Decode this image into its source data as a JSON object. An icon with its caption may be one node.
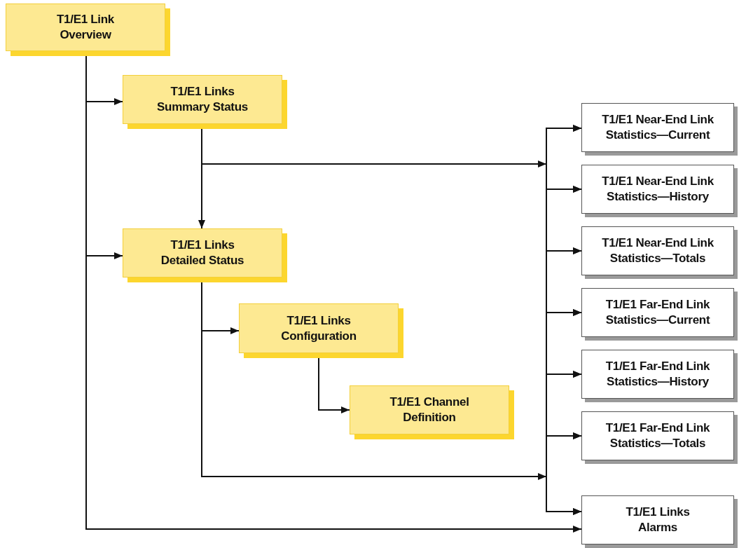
{
  "diagram": {
    "nodes": [
      {
        "text": [
          "T1/E1 Link Overview"
        ]
      },
      {
        "text": [
          "T1/E1 Links Summary Status"
        ]
      },
      {
        "text": [
          "T1/E1 Links Detailed Status"
        ]
      },
      {
        "text": [
          "T1/E1 Links Configuration"
        ]
      },
      {
        "text": [
          "T1/E1 Channel Definition"
        ]
      },
      {
        "text": [
          "T1/E1 Near-End Link Statistics—Current"
        ]
      },
      {
        "text": [
          "T1/E1 Near-End Link Statistics—History"
        ]
      },
      {
        "text": [
          "T1/E1 Near-End Link Statistics—Totals"
        ]
      },
      {
        "text": [
          "T1/E1 Far-End Link Statistics—Current"
        ]
      },
      {
        "text": [
          "T1/E1 Far-End Link Statistics—History"
        ]
      },
      {
        "text": [
          "T1/E1 Far-End Link Statistics—Totals"
        ]
      },
      {
        "text": [
          "T1/E1 Links Alarms"
        ]
      }
    ],
    "edges": [
      {
        "from": 0,
        "to": 1,
        "arrow": "to"
      },
      {
        "from": 0,
        "to": 2,
        "arrow": "to"
      },
      {
        "from": 0,
        "to": 11,
        "arrow": "to"
      },
      {
        "from": 1,
        "to": 2,
        "arrow": "to"
      },
      {
        "from": 1,
        "to": 5,
        "arrow": "to"
      },
      {
        "from": 1,
        "to": 6,
        "arrow": "to"
      },
      {
        "from": 1,
        "to": 7,
        "arrow": "to"
      },
      {
        "from": 1,
        "to": 8,
        "arrow": "to"
      },
      {
        "from": 1,
        "to": 9,
        "arrow": "to"
      },
      {
        "from": 1,
        "to": 10,
        "arrow": "to"
      },
      {
        "from": 1,
        "to": 11,
        "arrow": "to"
      },
      {
        "from": 2,
        "to": 3,
        "arrow": "to"
      },
      {
        "from": 3,
        "to": 4,
        "arrow": "to"
      },
      {
        "from": 2,
        "to": 5,
        "arrow": "to"
      },
      {
        "from": 2,
        "to": 6,
        "arrow": "to"
      },
      {
        "from": 2,
        "to": 7,
        "arrow": "to"
      },
      {
        "from": 2,
        "to": 8,
        "arrow": "to"
      },
      {
        "from": 2,
        "to": 9,
        "arrow": "to"
      },
      {
        "from": 2,
        "to": 10,
        "arrow": "to"
      },
      {
        "from": 2,
        "to": 11,
        "arrow": "to"
      }
    ]
  }
}
